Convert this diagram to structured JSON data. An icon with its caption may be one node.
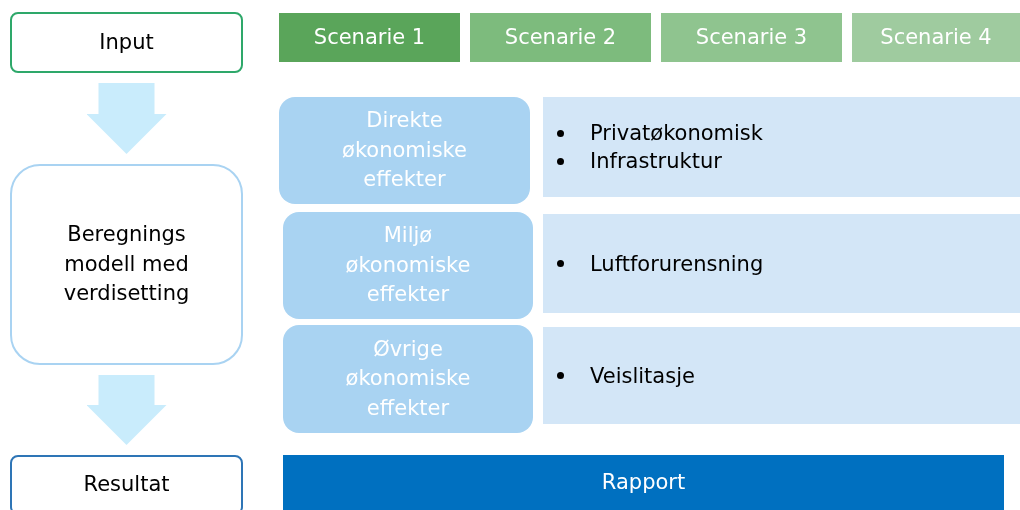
{
  "diagram": {
    "nodes": [
      {
        "text": [
          "Input"
        ]
      },
      {
        "text": [
          "Beregnings modell med verdisetting"
        ]
      },
      {
        "text": [
          "Resultat"
        ]
      },
      {
        "text": [
          "Scenarie 1"
        ]
      },
      {
        "text": [
          "Scenarie 2"
        ]
      },
      {
        "text": [
          "Scenarie 3"
        ]
      },
      {
        "text": [
          "Scenarie 4"
        ]
      },
      {
        "text": [
          "Direkte økonomiske effekter"
        ]
      },
      {
        "text": [
          "Privatøkonomisk",
          "Infrastruktur"
        ]
      },
      {
        "text": [
          "Miljø økonomiske effekter"
        ]
      },
      {
        "text": [
          "Luftforurensning"
        ]
      },
      {
        "text": [
          "Øvrige økonomiske effekter"
        ]
      },
      {
        "text": [
          "Veislitasje"
        ]
      },
      {
        "text": [
          "Rapport"
        ]
      }
    ],
    "edges": [
      {
        "from": 0,
        "to": 1,
        "arrow": "to"
      },
      {
        "from": 1,
        "to": 2,
        "arrow": "to"
      }
    ]
  }
}
